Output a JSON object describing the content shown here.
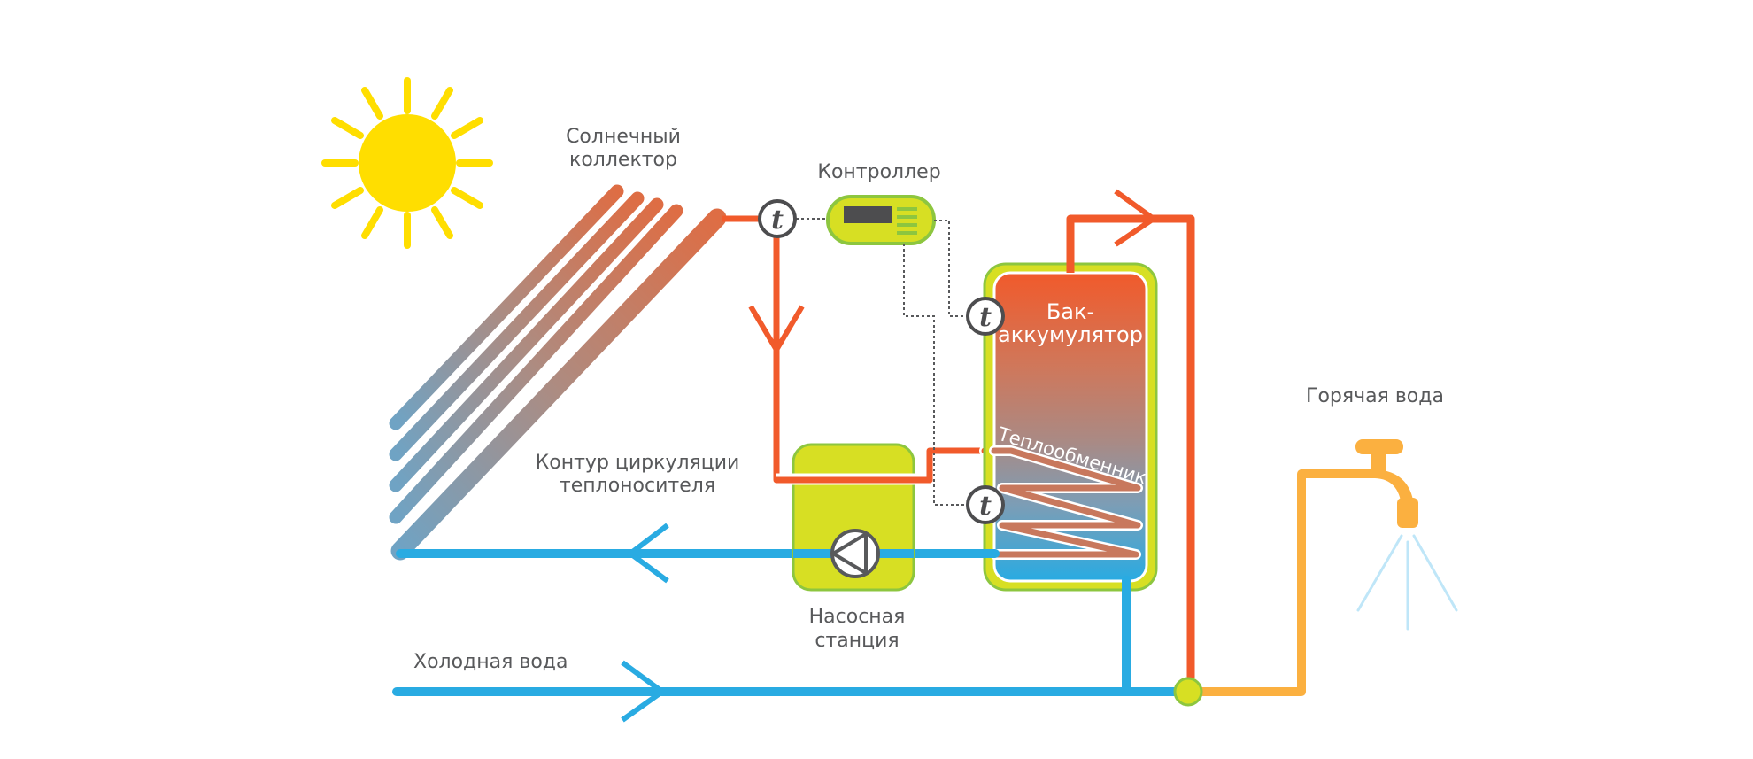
{
  "diagram": {
    "title": "Solar water heating system",
    "labels": {
      "collector": [
        "Солнечный",
        "коллектор"
      ],
      "controller": "Контроллер",
      "tank": [
        "Бак-",
        "аккумулятор"
      ],
      "heat_exchanger": "Теплообменник",
      "circulation_loop": [
        "Контур циркуляции",
        "теплоносителя"
      ],
      "pump_station": [
        "Насосная",
        "станция"
      ],
      "cold_water": "Холодная вода",
      "hot_water": "Горячая вода"
    },
    "sensors": [
      {
        "id": "collector-sensor",
        "symbol": "t"
      },
      {
        "id": "tank-top-sensor",
        "symbol": "t"
      },
      {
        "id": "tank-bottom-sensor",
        "symbol": "t"
      }
    ],
    "flow_arrows": [
      {
        "id": "hot-down",
        "direction": "down"
      },
      {
        "id": "tank-out",
        "direction": "right"
      },
      {
        "id": "return-left",
        "direction": "left"
      },
      {
        "id": "cold-right",
        "direction": "right"
      }
    ],
    "colors": {
      "hot_pipe": "#f15a2b",
      "cold_pipe": "#29abe2",
      "hot_water_pipe": "#fbb040",
      "sun": "#ffde00",
      "equipment_fill": "#d7df23",
      "equipment_border": "#8dc63f",
      "tank_top": "#f15a2b",
      "tank_bottom": "#29abe2",
      "collector_top": "#d9714a",
      "collector_bottom": "#6fa3c4",
      "sensor_border": "#4d4d4f",
      "text": "#58595b",
      "spray": "#bfe6f8"
    }
  }
}
